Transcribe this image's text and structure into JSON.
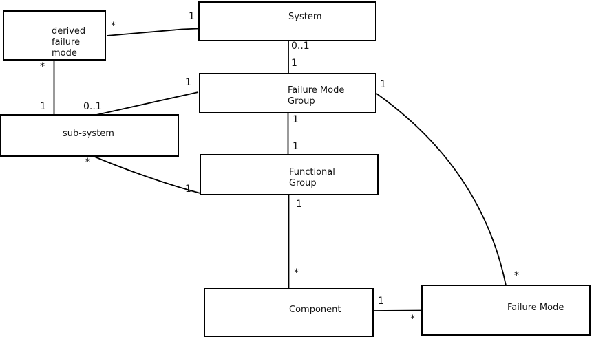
{
  "nodes": [
    {
      "id": "derived-failure-mode",
      "label": "derived\nfailure\nmode"
    },
    {
      "id": "system",
      "label": "System"
    },
    {
      "id": "failure-mode-group",
      "label": "Failure Mode\nGroup"
    },
    {
      "id": "sub-system",
      "label": "sub-system"
    },
    {
      "id": "functional-group",
      "label": "Functional\nGroup"
    },
    {
      "id": "component",
      "label": "Component"
    },
    {
      "id": "failure-mode",
      "label": "Failure Mode"
    }
  ],
  "edges": [
    {
      "from": "system",
      "to": "derived-failure-mode",
      "from_label": "1",
      "to_label": "*"
    },
    {
      "from": "derived-failure-mode",
      "to": "sub-system",
      "from_label": "*",
      "to_label": "1"
    },
    {
      "from": "system",
      "to": "failure-mode-group",
      "from_label": "0..1",
      "to_label": "1"
    },
    {
      "from": "failure-mode-group",
      "to": "sub-system",
      "from_label": "1",
      "to_label": "0..1"
    },
    {
      "from": "failure-mode-group",
      "to": "functional-group",
      "from_label": "1",
      "to_label": "1"
    },
    {
      "from": "sub-system",
      "to": "functional-group",
      "from_label": "*",
      "to_label": "1"
    },
    {
      "from": "functional-group",
      "to": "component",
      "from_label": "1",
      "to_label": "*"
    },
    {
      "from": "component",
      "to": "failure-mode",
      "from_label": "1",
      "to_label": "*"
    },
    {
      "from": "failure-mode-group",
      "to": "failure-mode",
      "from_label": "1",
      "to_label": "*"
    }
  ],
  "colors": {
    "line": "#000000",
    "text": "#141414",
    "box_fill": "#ffffff",
    "background": "#ffffff"
  }
}
